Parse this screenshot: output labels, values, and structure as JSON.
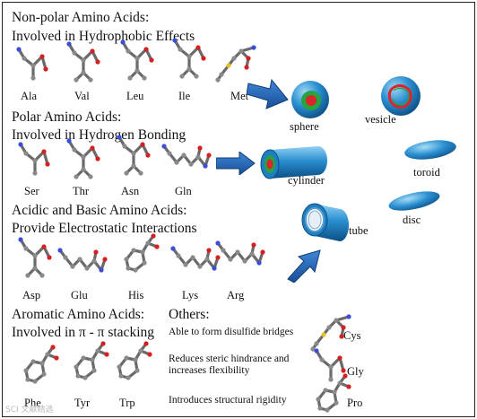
{
  "sections": {
    "nonpolar": {
      "title_line1": "Non-polar Amino Acids:",
      "title_line2": "Involved in Hydrophobic Effects",
      "residues": [
        "Ala",
        "Val",
        "Leu",
        "Ile",
        "Met"
      ]
    },
    "polar": {
      "title_line1": "Polar Amino Acids:",
      "title_line2": "Involved in Hydrogen Bonding",
      "residues": [
        "Ser",
        "Thr",
        "Asn",
        "Gln"
      ]
    },
    "charged": {
      "title_line1": "Acidic and Basic Amino Acids:",
      "title_line2": "Provide Electrostatic Interactions",
      "residues": [
        "Asp",
        "Glu",
        "His",
        "Lys",
        "Arg"
      ]
    },
    "aromatic": {
      "title_line1": "Aromatic Amino Acids:",
      "title_line2": "Involved in  π - π stacking",
      "residues": [
        "Phe",
        "Tyr",
        "Trp"
      ]
    },
    "others": {
      "title": "Others:",
      "items": [
        {
          "description": "Able to form disulfide bridges",
          "residue": "Cys"
        },
        {
          "description": "Reduces steric hindrance and increases  flexibility",
          "residue": "Gly"
        },
        {
          "description": "Introduces structural rigidity",
          "residue": "Pro"
        }
      ]
    }
  },
  "assemblies": {
    "sphere": "sphere",
    "vesicle": "vesicle",
    "cylinder": "cylinder",
    "toroid": "toroid",
    "tube": "tube",
    "disc": "disc"
  },
  "watermark": "SCI 文献精选",
  "colors": {
    "arrow_blue": "#1f5ea8",
    "shape_blue": "#2a8fd0",
    "shape_dark": "#0e5f9a",
    "core_green": "#27a33f",
    "core_red": "#d8262a",
    "atom_red": "#d42020",
    "atom_blue": "#3a4fd6",
    "atom_yellow": "#e8c020",
    "bond_grey": "#6a6a6a"
  },
  "icons": [
    "ball-and-stick-molecule",
    "arrow-right",
    "sphere",
    "vesicle",
    "cylinder",
    "toroid",
    "tube",
    "disc"
  ]
}
